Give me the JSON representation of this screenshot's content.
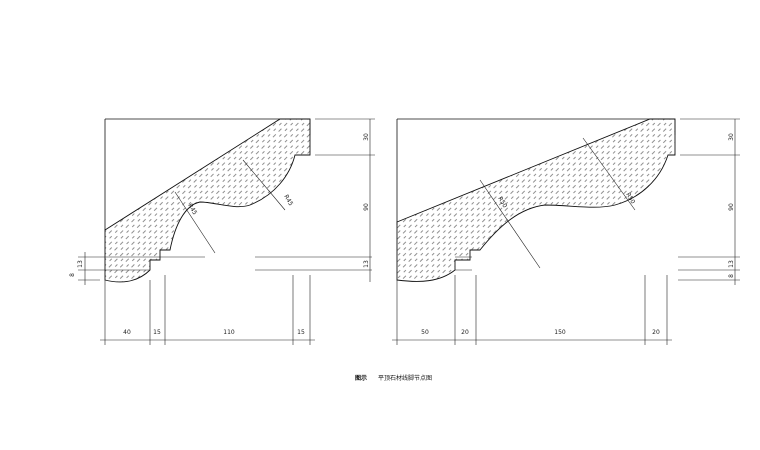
{
  "caption": {
    "label": "图示",
    "title": "平顶石材线脚节点图"
  },
  "profile_a": {
    "bottom_dims": [
      "40",
      "15",
      "110",
      "15"
    ],
    "right_dims": [
      "30",
      "90",
      "13"
    ],
    "left_dims": [
      "13",
      "8"
    ],
    "radius_labels": [
      "R45",
      "R45"
    ]
  },
  "profile_b": {
    "bottom_dims": [
      "50",
      "20",
      "150",
      "20"
    ],
    "right_dims": [
      "30",
      "90",
      "13",
      "8"
    ],
    "radius_labels": [
      "R50",
      "R50"
    ]
  }
}
